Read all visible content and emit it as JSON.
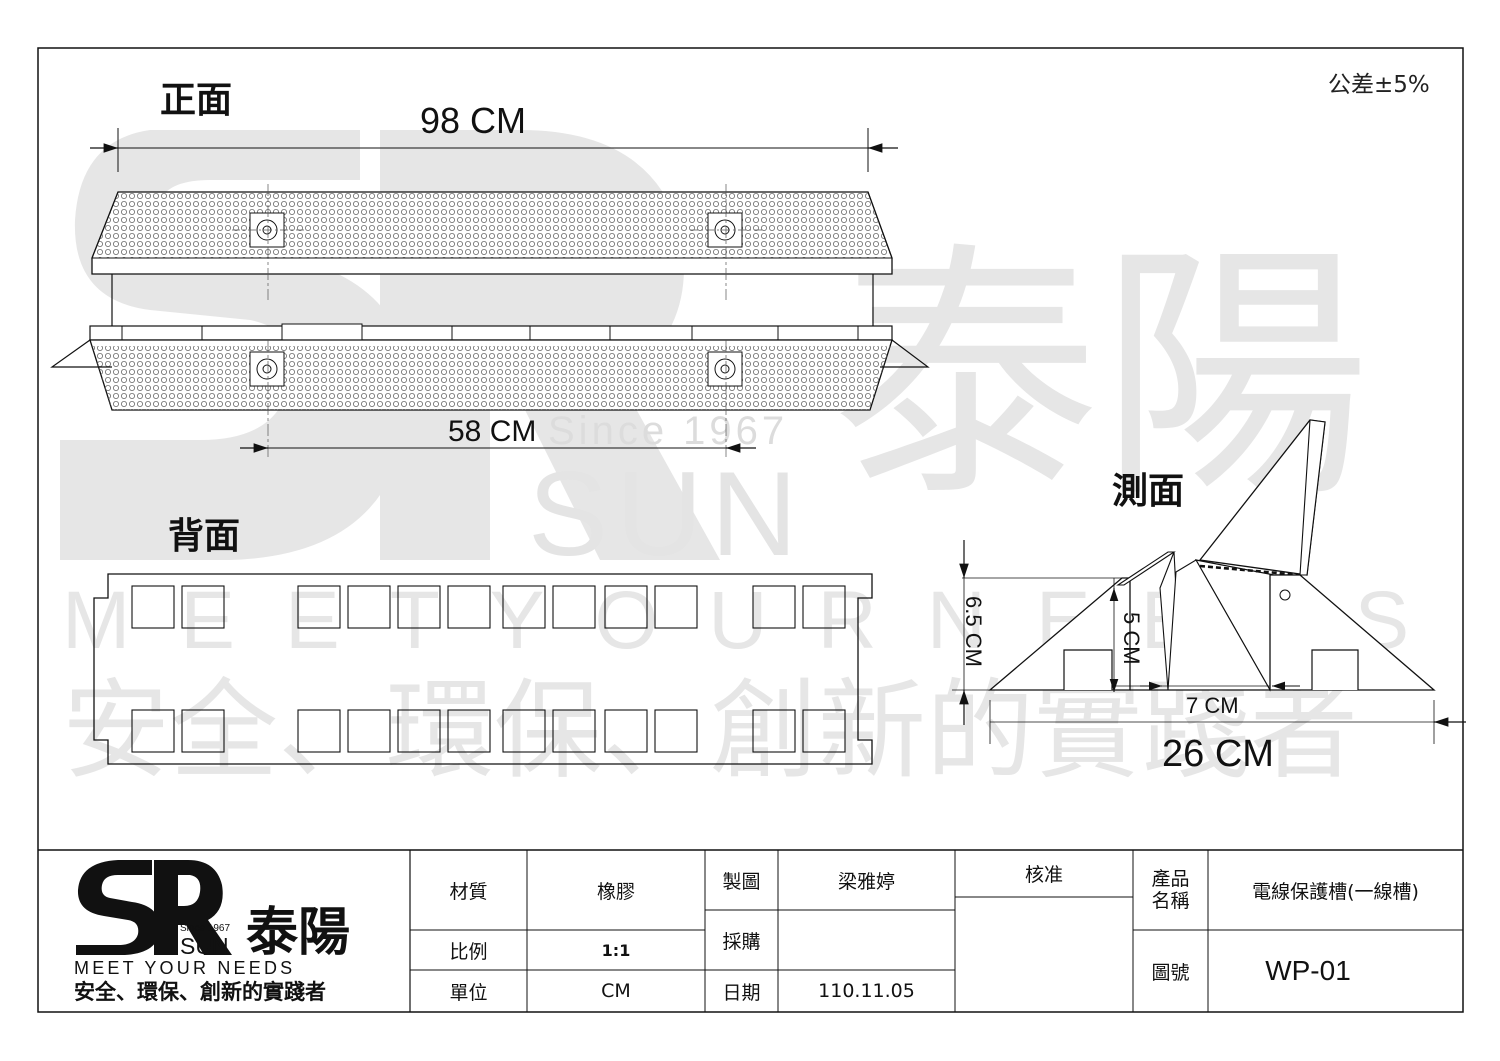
{
  "drawing": {
    "tolerance": "公差±5%",
    "views": {
      "front": {
        "label": "正面",
        "overall_length": "98 CM",
        "bolt_spacing": "58 CM"
      },
      "back": {
        "label": "背面"
      },
      "side": {
        "label": "測面",
        "height_total": "6.5 CM",
        "channel_depth": "5 CM",
        "channel_width": "7 CM",
        "overall_width": "26 CM"
      }
    }
  },
  "watermark": {
    "since": "Since 1967",
    "sun": "SUN",
    "brand_cn": "泰陽",
    "motto_en": "MEETYOURNEEDS",
    "motto_cn": "安全、環保、創新的實踐者"
  },
  "title_block": {
    "logo": {
      "since": "Since 1967",
      "sun": "SUN",
      "brand_cn": "泰陽",
      "motto_en": "MEET YOUR NEEDS",
      "motto_cn": "安全、環保、創新的實踐者"
    },
    "material_label": "材質",
    "material_value": "橡膠",
    "scale_label": "比例",
    "scale_value": "1:1",
    "unit_label": "單位",
    "unit_value": "CM",
    "drawn_label": "製圖",
    "drawn_value": "梁雅婷",
    "purchase_label": "採購",
    "purchase_value": "",
    "date_label": "日期",
    "date_value": "110.11.05",
    "approve_label": "核准",
    "product_label": "產品名稱",
    "product_value": "電線保護槽(一線槽)",
    "drawing_no_label": "圖號",
    "drawing_no_value": "WP-01"
  },
  "colors": {
    "line": "#111111",
    "watermark": "#e3e3e3",
    "dots": "#555555"
  }
}
